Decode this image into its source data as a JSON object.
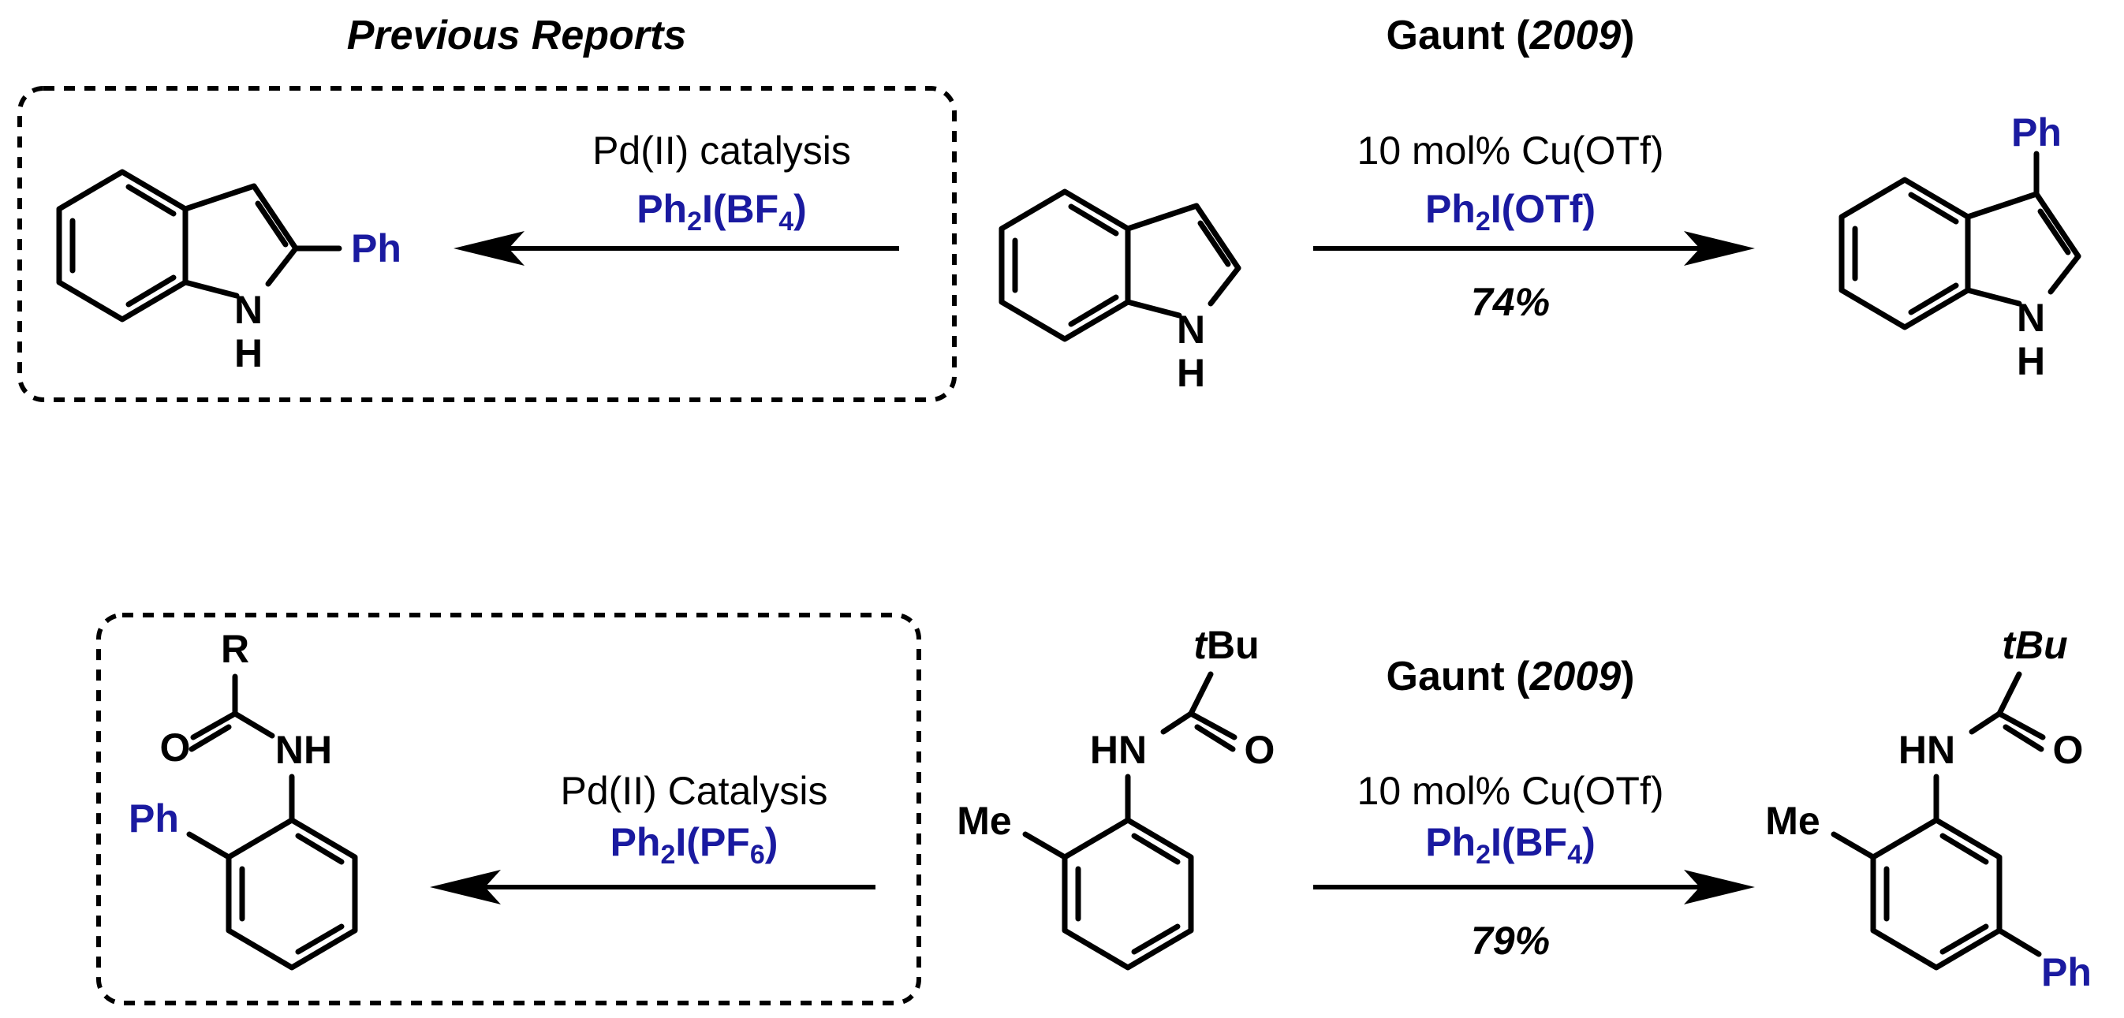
{
  "headers": {
    "previous": "Previous Reports",
    "gaunt_top_prefix": "Gaunt (",
    "gaunt_top_year": "2009",
    "gaunt_top_suffix": ")",
    "gaunt_bottom_prefix": "Gaunt (",
    "gaunt_bottom_year": "2009",
    "gaunt_bottom_suffix": ")"
  },
  "top": {
    "previous_conditions": "Pd(II) catalysis",
    "previous_reagent": {
      "base": "Ph",
      "sub1": "2",
      "mid": "I(BF",
      "sub2": "4",
      "end": ")"
    },
    "gaunt_conditions": "10 mol% Cu(OTf)",
    "gaunt_reagent": {
      "base": "Ph",
      "sub1": "2",
      "mid": "I(OTf)",
      "sub2": "",
      "end": ""
    },
    "gaunt_yield": "74%"
  },
  "bottom": {
    "previous_conditions": "Pd(II) Catalysis",
    "previous_reagent": {
      "base": "Ph",
      "sub1": "2",
      "mid": "I(PF",
      "sub2": "6",
      "end": ")"
    },
    "gaunt_conditions": "10 mol% Cu(OTf)",
    "gaunt_reagent": {
      "base": "Ph",
      "sub1": "2",
      "mid": "I(BF",
      "sub2": "4",
      "end": ")"
    },
    "gaunt_yield": "79%"
  },
  "labels": {
    "N": "N",
    "H": "H",
    "NH": "NH",
    "HN": "HN",
    "O": "O",
    "R": "R",
    "Me": "Me",
    "Ph": "Ph",
    "tBu_t": "t",
    "tBu_Bu": "Bu",
    "tBu_full": "tBu"
  },
  "colors": {
    "reagent": "#1a1aa0",
    "text": "#000000"
  }
}
